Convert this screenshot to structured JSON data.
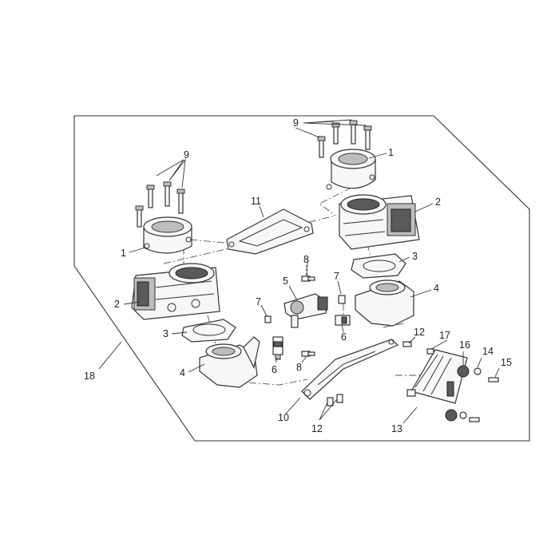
{
  "callouts": {
    "c1a": "1",
    "c1b": "1",
    "c2a": "2",
    "c2b": "2",
    "c3a": "3",
    "c3b": "3",
    "c4a": "4",
    "c4b": "4",
    "c5": "5",
    "c6a": "6",
    "c6b": "6",
    "c7a": "7",
    "c7b": "7",
    "c8a": "8",
    "c8b": "8",
    "c9a": "9",
    "c9b": "9",
    "c10": "10",
    "c11": "11",
    "c12a": "12",
    "c12b": "12",
    "c13": "13",
    "c14": "14",
    "c15": "15",
    "c16": "16",
    "c17": "17",
    "c18": "18"
  }
}
